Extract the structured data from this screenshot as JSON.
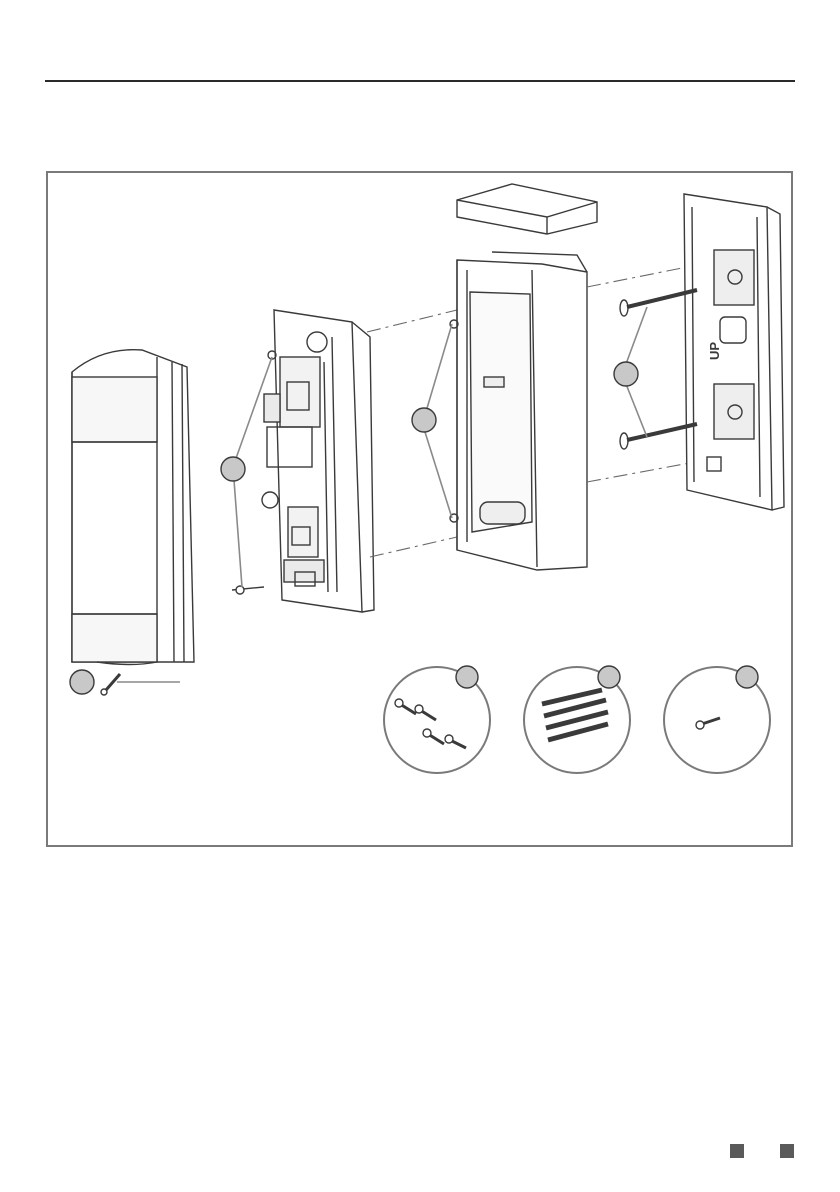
{
  "page": {
    "header_rule": true,
    "footer_marks": 2
  },
  "figure": {
    "up_label": "UP",
    "callout_markers": 7,
    "colors": {
      "line": "#3a3a3a",
      "callout_fill": "#c8c8c8",
      "panel_fill": "#f4f4f4",
      "detail_circle": "#7a7a7a"
    }
  }
}
